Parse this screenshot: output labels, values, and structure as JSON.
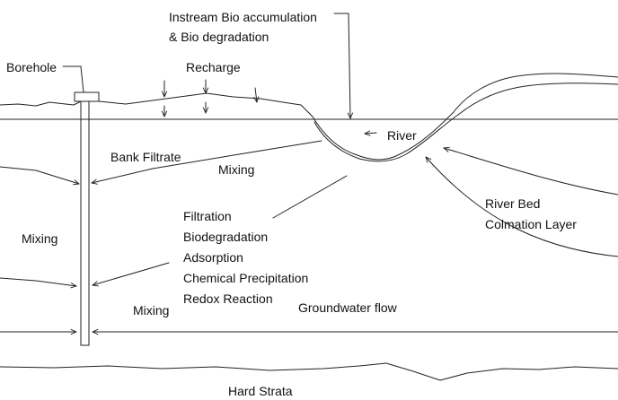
{
  "labels": {
    "instream_line1": "Instream Bio accumulation",
    "instream_line2": "& Bio degradation",
    "borehole": "Borehole",
    "recharge": "Recharge",
    "river": "River",
    "bank_filtrate": "Bank Filtrate",
    "mixing_upper": "Mixing",
    "mixing_left": "Mixing",
    "mixing_lower": "Mixing",
    "groundwater_flow": "Groundwater flow",
    "hard_strata": "Hard Strata",
    "river_bed_line1": "River Bed",
    "river_bed_line2": "Colmation Layer"
  },
  "processes": [
    "Filtration",
    "Biodegradation",
    "Adsorption",
    "Chemical Precipitation",
    "Redox Reaction"
  ],
  "colors": {
    "line": "#222222",
    "text": "#111111",
    "background": "#ffffff"
  }
}
